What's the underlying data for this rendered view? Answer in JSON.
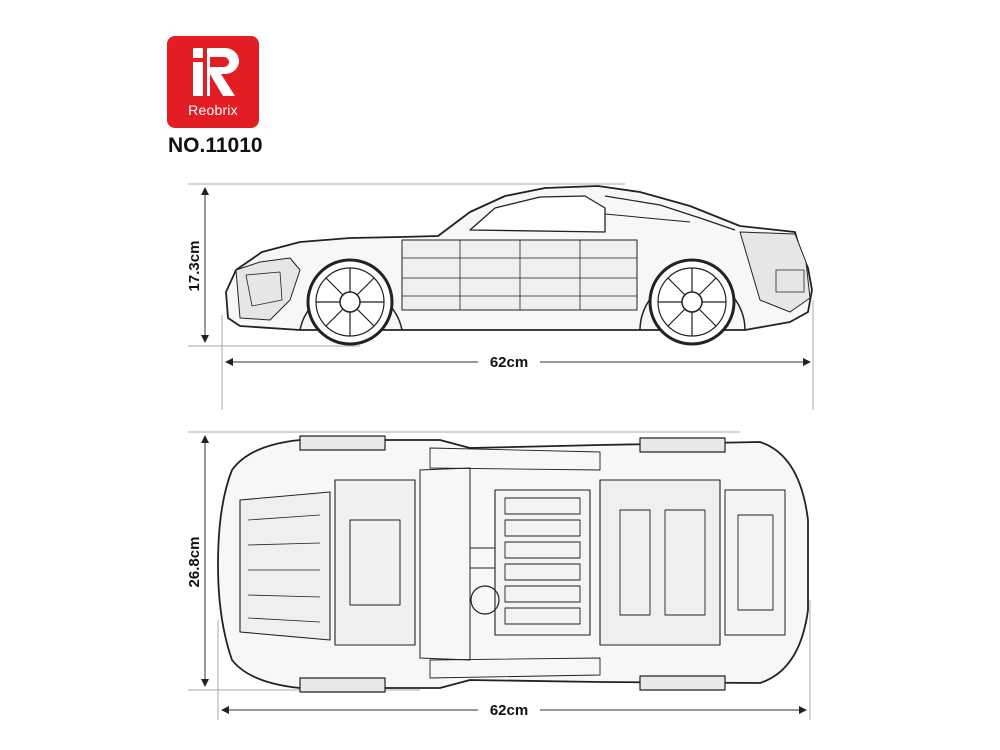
{
  "brand": {
    "logo_mark": "R",
    "name": "Reobrix",
    "color": "#e31d24"
  },
  "model_number": "NO.11010",
  "side_view": {
    "height_label": "17.3cm",
    "length_label": "62cm"
  },
  "top_view": {
    "width_label": "26.8cm",
    "length_label": "62cm"
  }
}
